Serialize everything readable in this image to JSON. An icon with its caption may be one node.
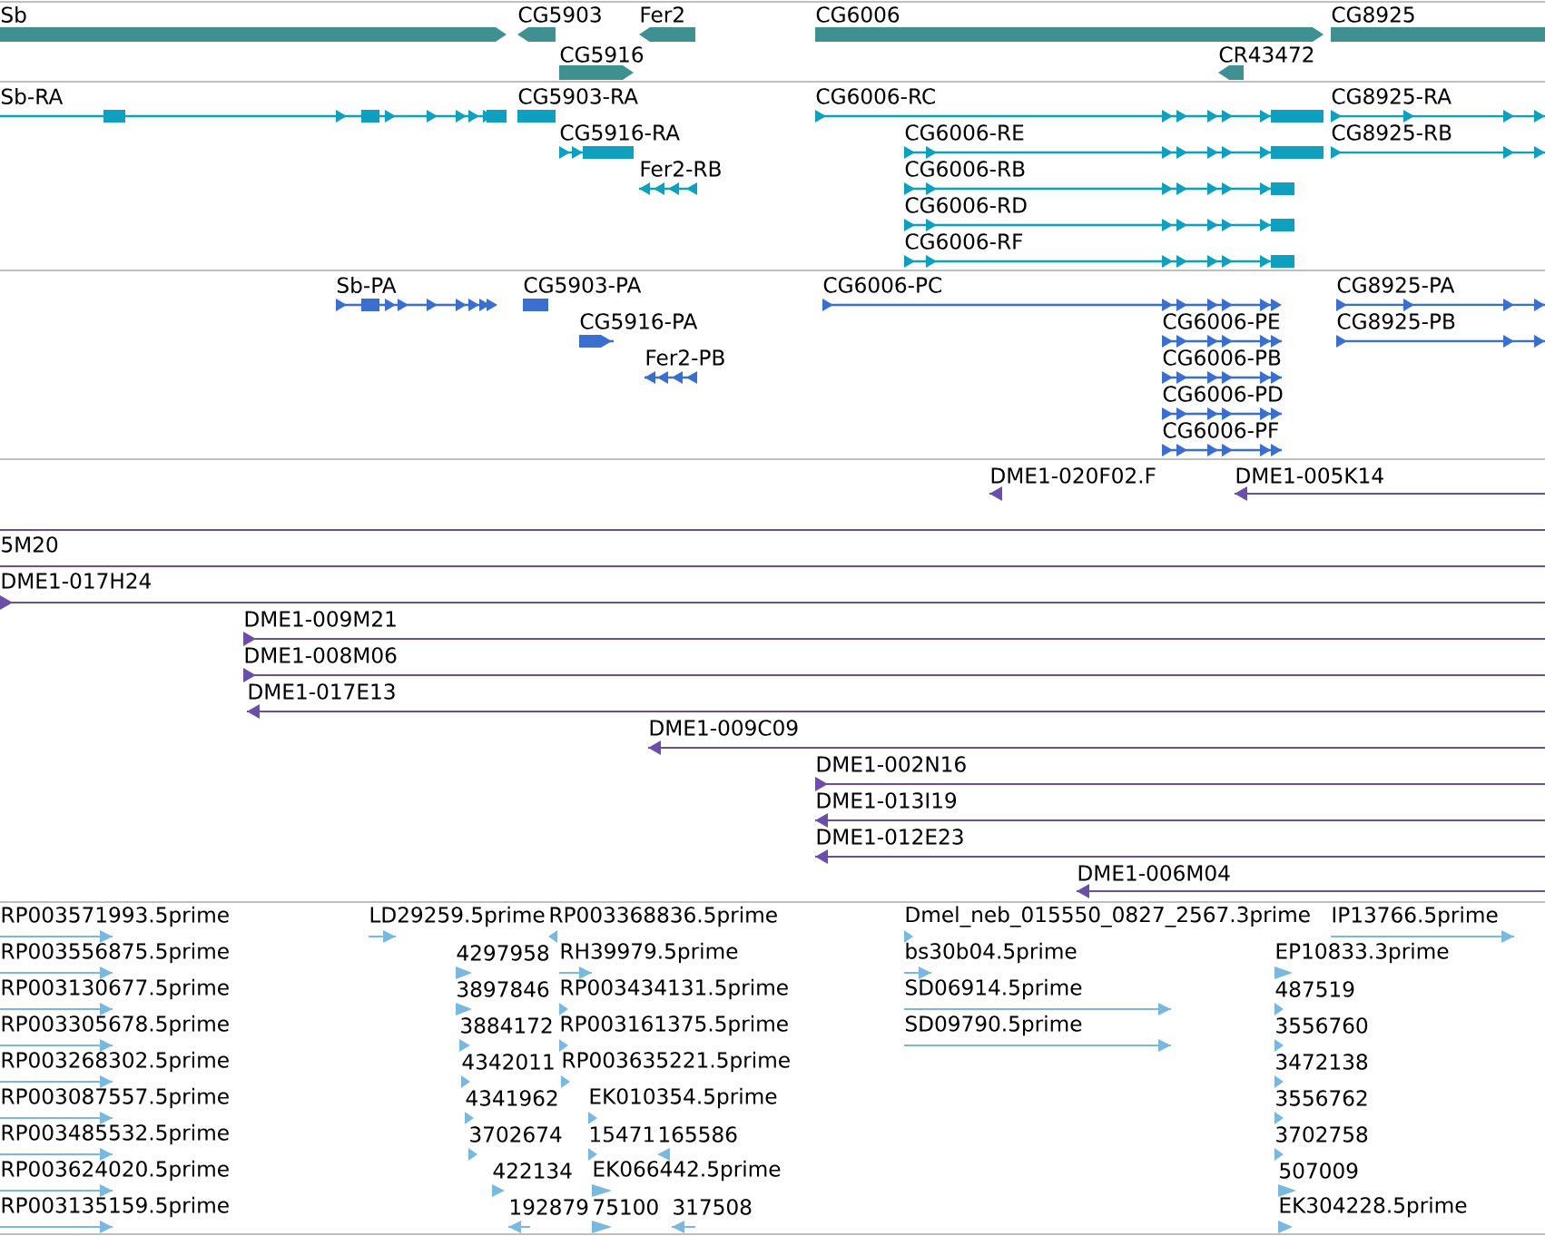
{
  "diagram": {
    "labels": [
      "Sb",
      "CG5903",
      "Fer2",
      "CG6006",
      "CG8925",
      "CG5916",
      "CR43472",
      "Sb-RA",
      "CG5903-RA",
      "CG6006-RC",
      "CG8925-RA",
      "CG5916-RA",
      "CG6006-RE",
      "CG8925-RB",
      "Fer2-RB",
      "CG6006-RB",
      "CG6006-RD",
      "CG6006-RF",
      "Sb-PA",
      "CG5903-PA",
      "CG6006-PC",
      "CG8925-PA",
      "CG5916-PA",
      "CG6006-PE",
      "CG8925-PB",
      "Fer2-PB",
      "CG6006-PB",
      "CG6006-PD",
      "CG6006-PF",
      "DME1-020F02.F",
      "DME1-005K14",
      "5M20",
      "DME1-017H24",
      "DME1-009M21",
      "DME1-008M06",
      "DME1-017E13",
      "DME1-009C09",
      "DME1-002N16",
      "DME1-013I19",
      "DME1-012E23",
      "DME1-006M04",
      "RP003571993.5prime",
      "LD29259.5prime",
      "RP003368836.5prime",
      "Dmel_neb_015550_0827_2567.3prime",
      "IP13766.5prime",
      "RP003556875.5prime",
      "4297958",
      "RH39979.5prime",
      "bs30b04.5prime",
      "EP10833.3prime",
      "RP003130677.5prime",
      "3897846",
      "RP003434131.5prime",
      "SD06914.5prime",
      "487519",
      "RP003305678.5prime",
      "3884172",
      "RP003161375.5prime",
      "SD09790.5prime",
      "3556760",
      "RP003268302.5prime",
      "4342011",
      "RP003635221.5prime",
      "3472138",
      "RP003087557.5prime",
      "4341962",
      "EK010354.5prime",
      "3556762",
      "RP003485532.5prime",
      "3702674",
      "15471",
      "165586",
      "3702758",
      "RP003624020.5prime",
      "422134",
      "EK066442.5prime",
      "507009",
      "RP003135159.5prime",
      "192879",
      "75100",
      "317508",
      "EK304228.5prime"
    ]
  }
}
